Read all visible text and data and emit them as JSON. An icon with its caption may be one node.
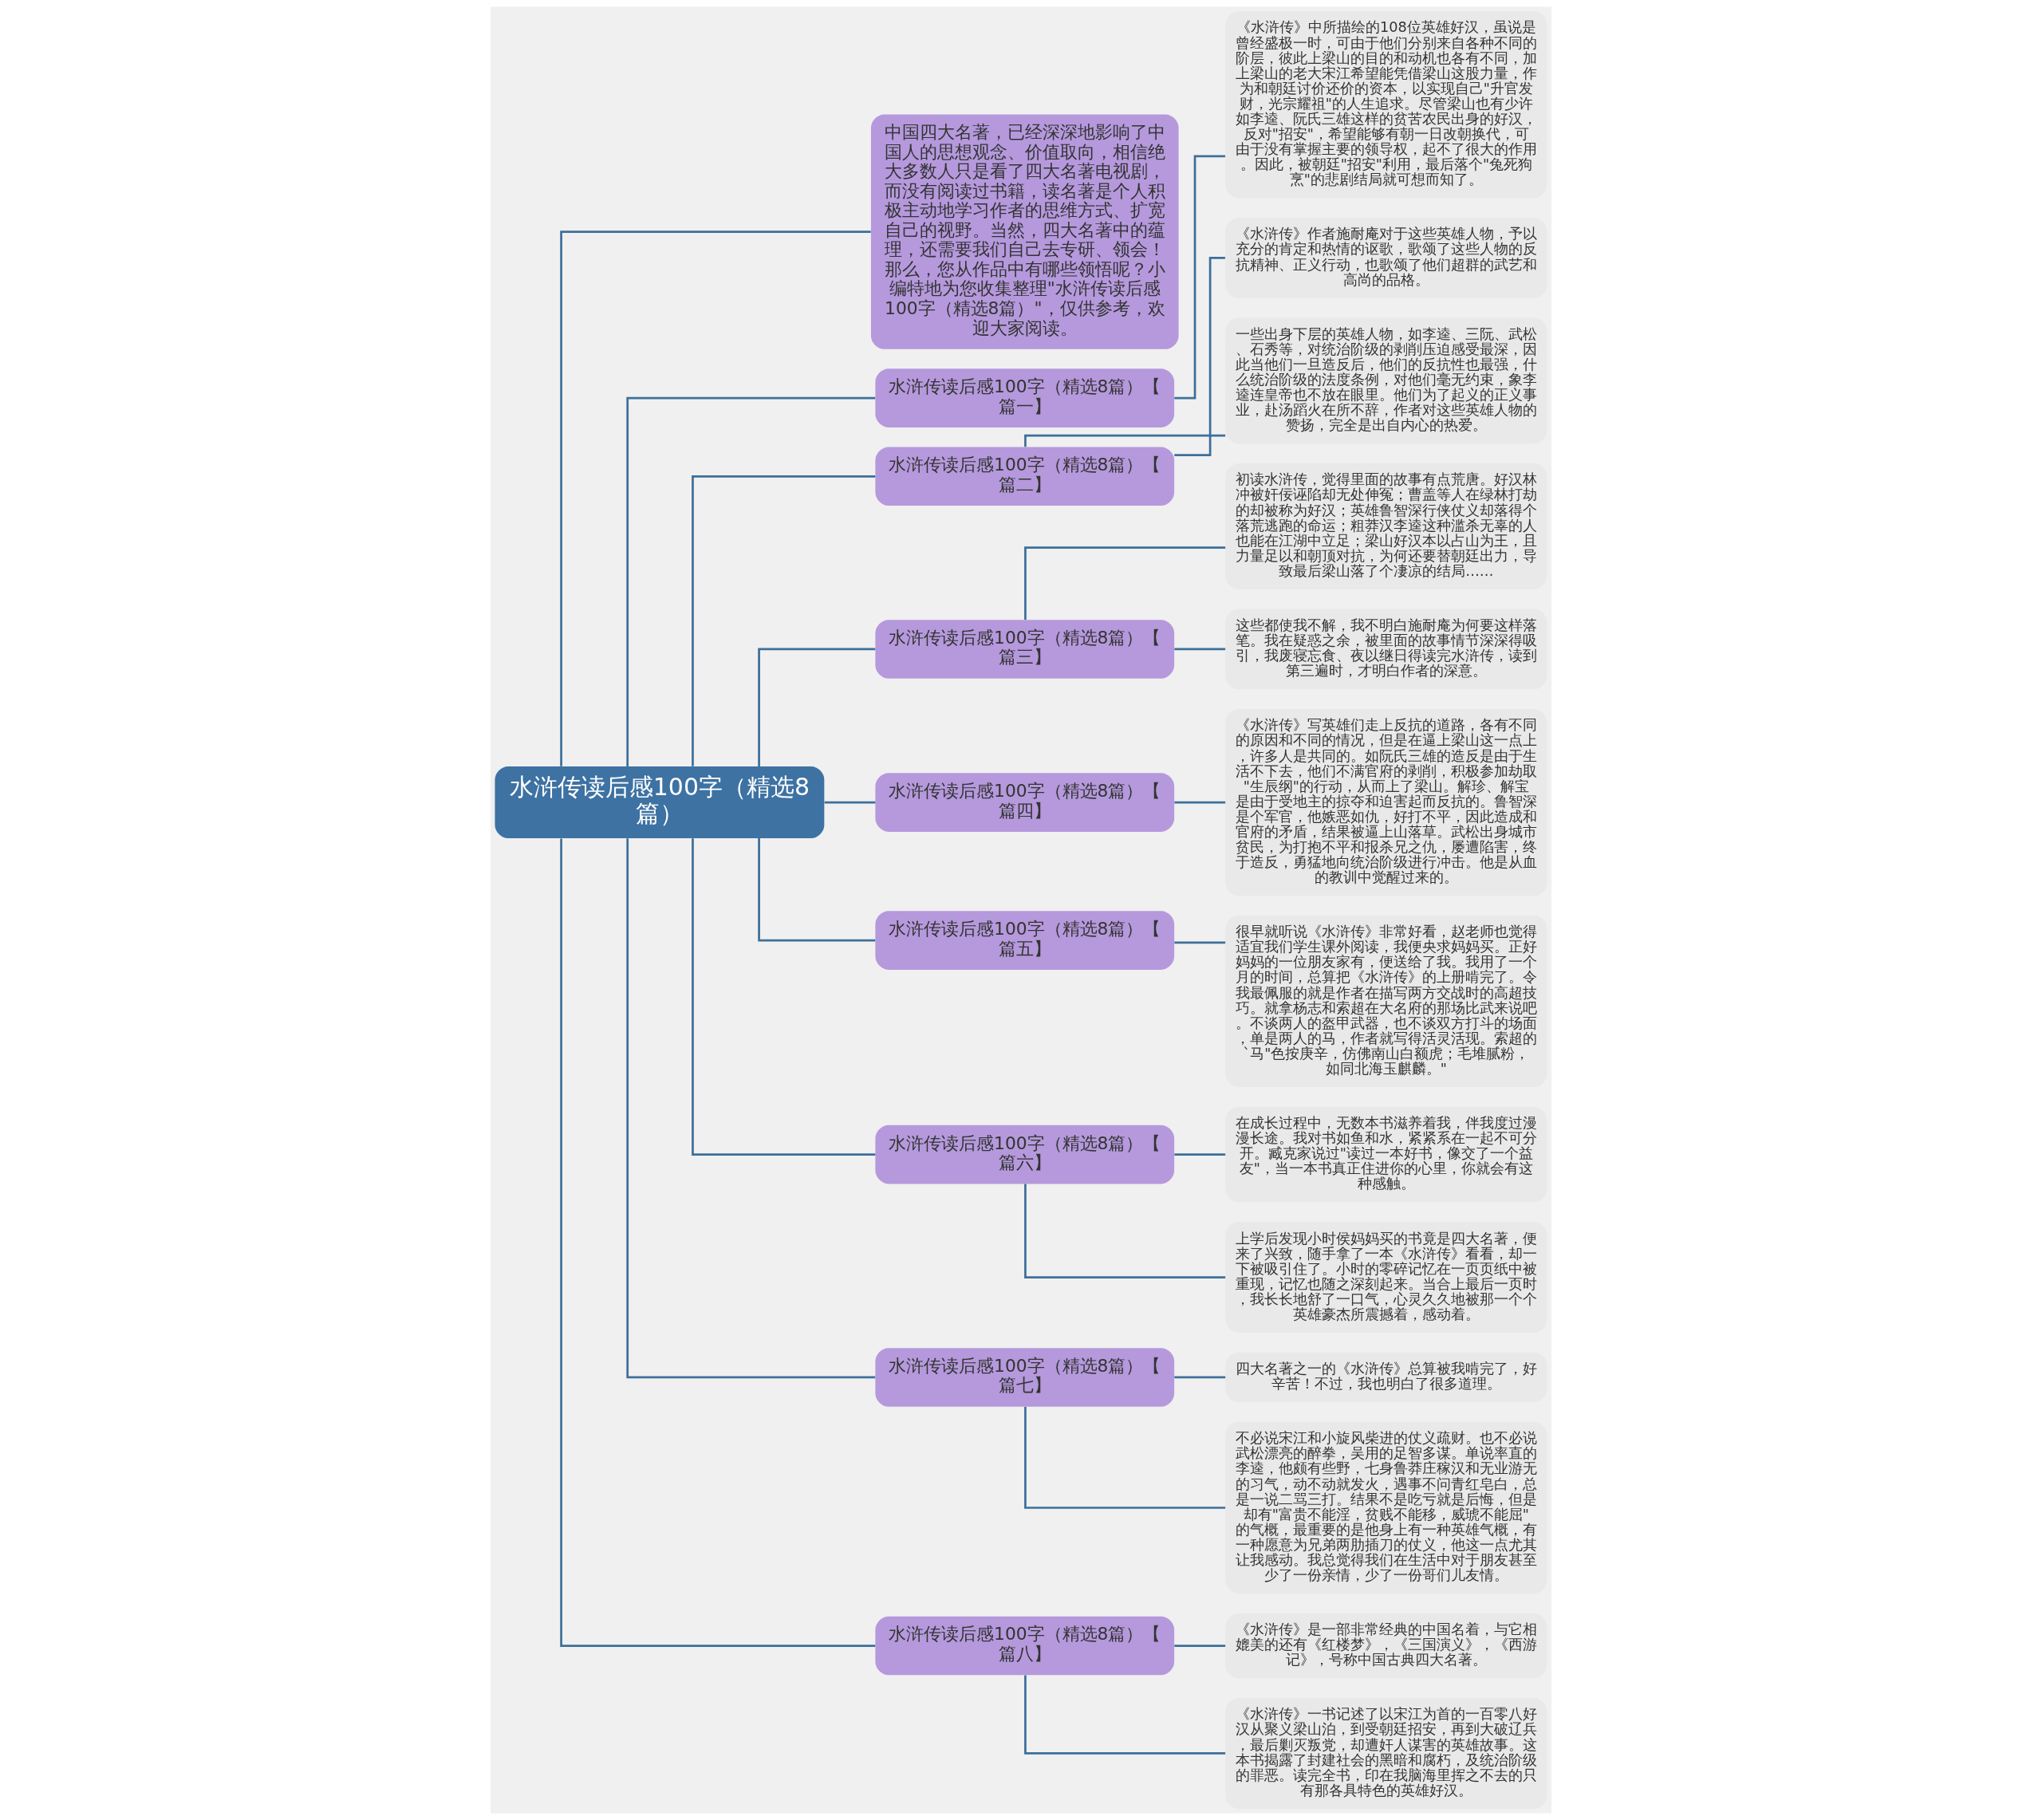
{
  "diagram": {
    "nodes": [
      {
        "text": [
          "水浒传读后感100字（精选8篇）"
        ]
      },
      {
        "text": [
          "中国四大名著，已经深深地影响了中国人的思想观念、价值取向，相信绝大多数人只是看了四大名著电视剧，而没有阅读过书籍，读名著是个人积极主动地学习作者的思维方式、扩宽自己的视野。当然，四大名著中的蕴理，还需要我们自己去专研、领会！那么，您从作品中有哪些领悟呢？小编特地为您收集整理\"水浒传读后感100字（精选8篇）\"，仅供参考，欢迎大家阅读。"
        ]
      },
      {
        "text": [
          "水浒传读后感100字（精选8篇）【篇一】"
        ]
      },
      {
        "text": [
          "《水浒传》中所描绘的108位英雄好汉，虽说是曾经盛极一时，可由于他们分别来自各种不同的阶层，彼此上梁山的目的和动机也各有不同，加上梁山的老大宋江希望能凭借梁山这股力量，作为和朝廷讨价还价的资本，以实现自己\"升官发财，光宗耀祖\"的人生追求。尽管梁山也有少许如李逵、阮氏三雄这样的贫苦农民出身的好汉，反对\"招安\"，希望能够有朝一日改朝换代，可由于没有掌握主要的领导权，起不了很大的作用。因此，被朝廷\"招安\"利用，最后落个\"兔死狗烹\"的悲剧结局就可想而知了。"
        ]
      },
      {
        "text": [
          "水浒传读后感100字（精选8篇）【篇二】"
        ]
      },
      {
        "text": [
          "《水浒传》作者施耐庵对于这些英雄人物，予以充分的肯定和热情的讴歌，歌颂了这些人物的反抗精神、正义行动，也歌颂了他们超群的武艺和高尚的品格。"
        ]
      },
      {
        "text": [
          "一些出身下层的英雄人物，如李逵、三阮、武松、石秀等，对统治阶级的剥削压迫感受最深，因此当他们一旦造反后，他们的反抗性也最强，什么统治阶级的法度条例，对他们毫无约束，象李逵连皇帝也不放在眼里。他们为了起义的正义事业，赴汤蹈火在所不辞，作者对这些英雄人物的赞扬，完全是出自内心的热爱。"
        ]
      },
      {
        "text": [
          "水浒传读后感100字（精选8篇）【篇三】"
        ]
      },
      {
        "text": [
          "初读水浒传，觉得里面的故事有点荒唐。好汉林冲被奸佞诬陷却无处伸冤；曹盖等人在绿林打劫的却被称为好汉；英雄鲁智深行侠仗义却落得个落荒逃跑的命运；粗莽汉李逵这种滥杀无辜的人也能在江湖中立足；梁山好汉本以占山为王，且力量足以和朝顶对抗，为何还要替朝廷出力，导致最后梁山落了个凄凉的结局……"
        ]
      },
      {
        "text": [
          "这些都使我不解，我不明白施耐庵为何要这样落笔。我在疑惑之余，被里面的故事情节深深得吸引，我废寝忘食、夜以继日得读完水浒传，读到第三遍时，才明白作者的深意。"
        ]
      },
      {
        "text": [
          "水浒传读后感100字（精选8篇）【篇四】"
        ]
      },
      {
        "text": [
          "《水浒传》写英雄们走上反抗的道路，各有不同的原因和不同的情况，但是在逼上梁山这一点上，许多人是共同的。如阮氏三雄的造反是由于生活不下去，他们不满官府的剥削，积极参加劫取\"生辰纲\"的行动，从而上了梁山。解珍、解宝是由于受地主的掠夺和迫害起而反抗的。鲁智深是个军官，他嫉恶如仇，好打不平，因此造成和官府的矛盾，结果被逼上山落草。武松出身城市贫民，为打抱不平和报杀兄之仇，屡遭陷害，终于造反，勇猛地向统治阶级进行冲击。他是从血的教训中觉醒过来的。"
        ]
      },
      {
        "text": [
          "水浒传读后感100字（精选8篇）【篇五】"
        ]
      },
      {
        "text": [
          "很早就听说《水浒传》非常好看，赵老师也觉得适宜我们学生课外阅读，我便央求妈妈买。正好妈妈的一位朋友家有，便送给了我。我用了一个月的时间，总算把《水浒传》的上册啃完了。令我最佩服的就是作者在描写两方交战时的高超技巧。就拿杨志和索超在大名府的那场比武来说吧。不谈两人的盔甲武器，也不谈双方打斗的场面，单是两人的马，作者就写得活灵活现。索超的`马\"色按庚辛，仿佛南山白额虎；毛堆腻粉，如同北海玉麒麟。\""
        ]
      },
      {
        "text": [
          "水浒传读后感100字（精选8篇）【篇六】"
        ]
      },
      {
        "text": [
          "在成长过程中，无数本书滋养着我，伴我度过漫漫长途。我对书如鱼和水，紧紧系在一起不可分开。臧克家说过\"读过一本好书，像交了一个益友\"，当一本书真正住进你的心里，你就会有这种感触。"
        ]
      },
      {
        "text": [
          "上学后发现小时侯妈妈买的书竟是四大名著，便来了兴致，随手拿了一本《水浒传》看看，却一下被吸引住了。小时的零碎记忆在一页页纸中被重现，记忆也随之深刻起来。当合上最后一页时，我长长地舒了一口气，心灵久久地被那一个个英雄豪杰所震撼着，感动着。"
        ]
      },
      {
        "text": [
          "水浒传读后感100字（精选8篇）【篇七】"
        ]
      },
      {
        "text": [
          "四大名著之一的《水浒传》总算被我啃完了，好辛苦！不过，我也明白了很多道理。"
        ]
      },
      {
        "text": [
          "不必说宋江和小旋风柴进的仗义疏财。也不必说武松漂亮的醉拳，吴用的足智多谋。单说率直的李逵，他颇有些野，七身鲁莽庄稼汉和无业游无的习气，动不动就发火，遇事不问青红皂白，总是一说二骂三打。结果不是吃亏就是后悔，但是却有\"富贵不能淫，贫贱不能移，威琥不能屈\"的气概，最重要的是他身上有一种英雄气概，有一种愿意为兄弟两肋插刀的仗义，他这一点尤其让我感动。我总觉得我们在生活中对于朋友甚至少了一份亲情，少了一份哥们儿友情。"
        ]
      },
      {
        "text": [
          "水浒传读后感100字（精选8篇）【篇八】"
        ]
      },
      {
        "text": [
          "《水浒传》是一部非常经典的中国名着，与它相媲美的还有《红楼梦》，《三国演义》，《西游记》，号称中国古典四大名著。"
        ]
      },
      {
        "text": [
          "《水浒传》一书记述了以宋江为首的一百零八好汉从聚义梁山泊，到受朝廷招安，再到大破辽兵，最后剿灭叛党，却遭奸人谋害的英雄故事。这本书揭露了封建社会的黑暗和腐朽，及统治阶级的罪恶。读完全书，印在我脑海里挥之不去的只有那各具特色的英雄好汉。"
        ]
      }
    ],
    "edges": [
      {
        "from": 0,
        "to": 1,
        "arrow": "none"
      },
      {
        "from": 0,
        "to": 2,
        "arrow": "none"
      },
      {
        "from": 2,
        "to": 3,
        "arrow": "none"
      },
      {
        "from": 0,
        "to": 4,
        "arrow": "none"
      },
      {
        "from": 4,
        "to": 5,
        "arrow": "none"
      },
      {
        "from": 4,
        "to": 6,
        "arrow": "none"
      },
      {
        "from": 0,
        "to": 7,
        "arrow": "none"
      },
      {
        "from": 7,
        "to": 8,
        "arrow": "none"
      },
      {
        "from": 7,
        "to": 9,
        "arrow": "none"
      },
      {
        "from": 0,
        "to": 10,
        "arrow": "none"
      },
      {
        "from": 10,
        "to": 11,
        "arrow": "none"
      },
      {
        "from": 0,
        "to": 12,
        "arrow": "none"
      },
      {
        "from": 12,
        "to": 13,
        "arrow": "none"
      },
      {
        "from": 0,
        "to": 14,
        "arrow": "none"
      },
      {
        "from": 14,
        "to": 15,
        "arrow": "none"
      },
      {
        "from": 14,
        "to": 16,
        "arrow": "none"
      },
      {
        "from": 0,
        "to": 17,
        "arrow": "none"
      },
      {
        "from": 17,
        "to": 18,
        "arrow": "none"
      },
      {
        "from": 17,
        "to": 19,
        "arrow": "none"
      },
      {
        "from": 0,
        "to": 20,
        "arrow": "none"
      },
      {
        "from": 20,
        "to": 21,
        "arrow": "none"
      },
      {
        "from": 20,
        "to": 22,
        "arrow": "none"
      }
    ]
  }
}
